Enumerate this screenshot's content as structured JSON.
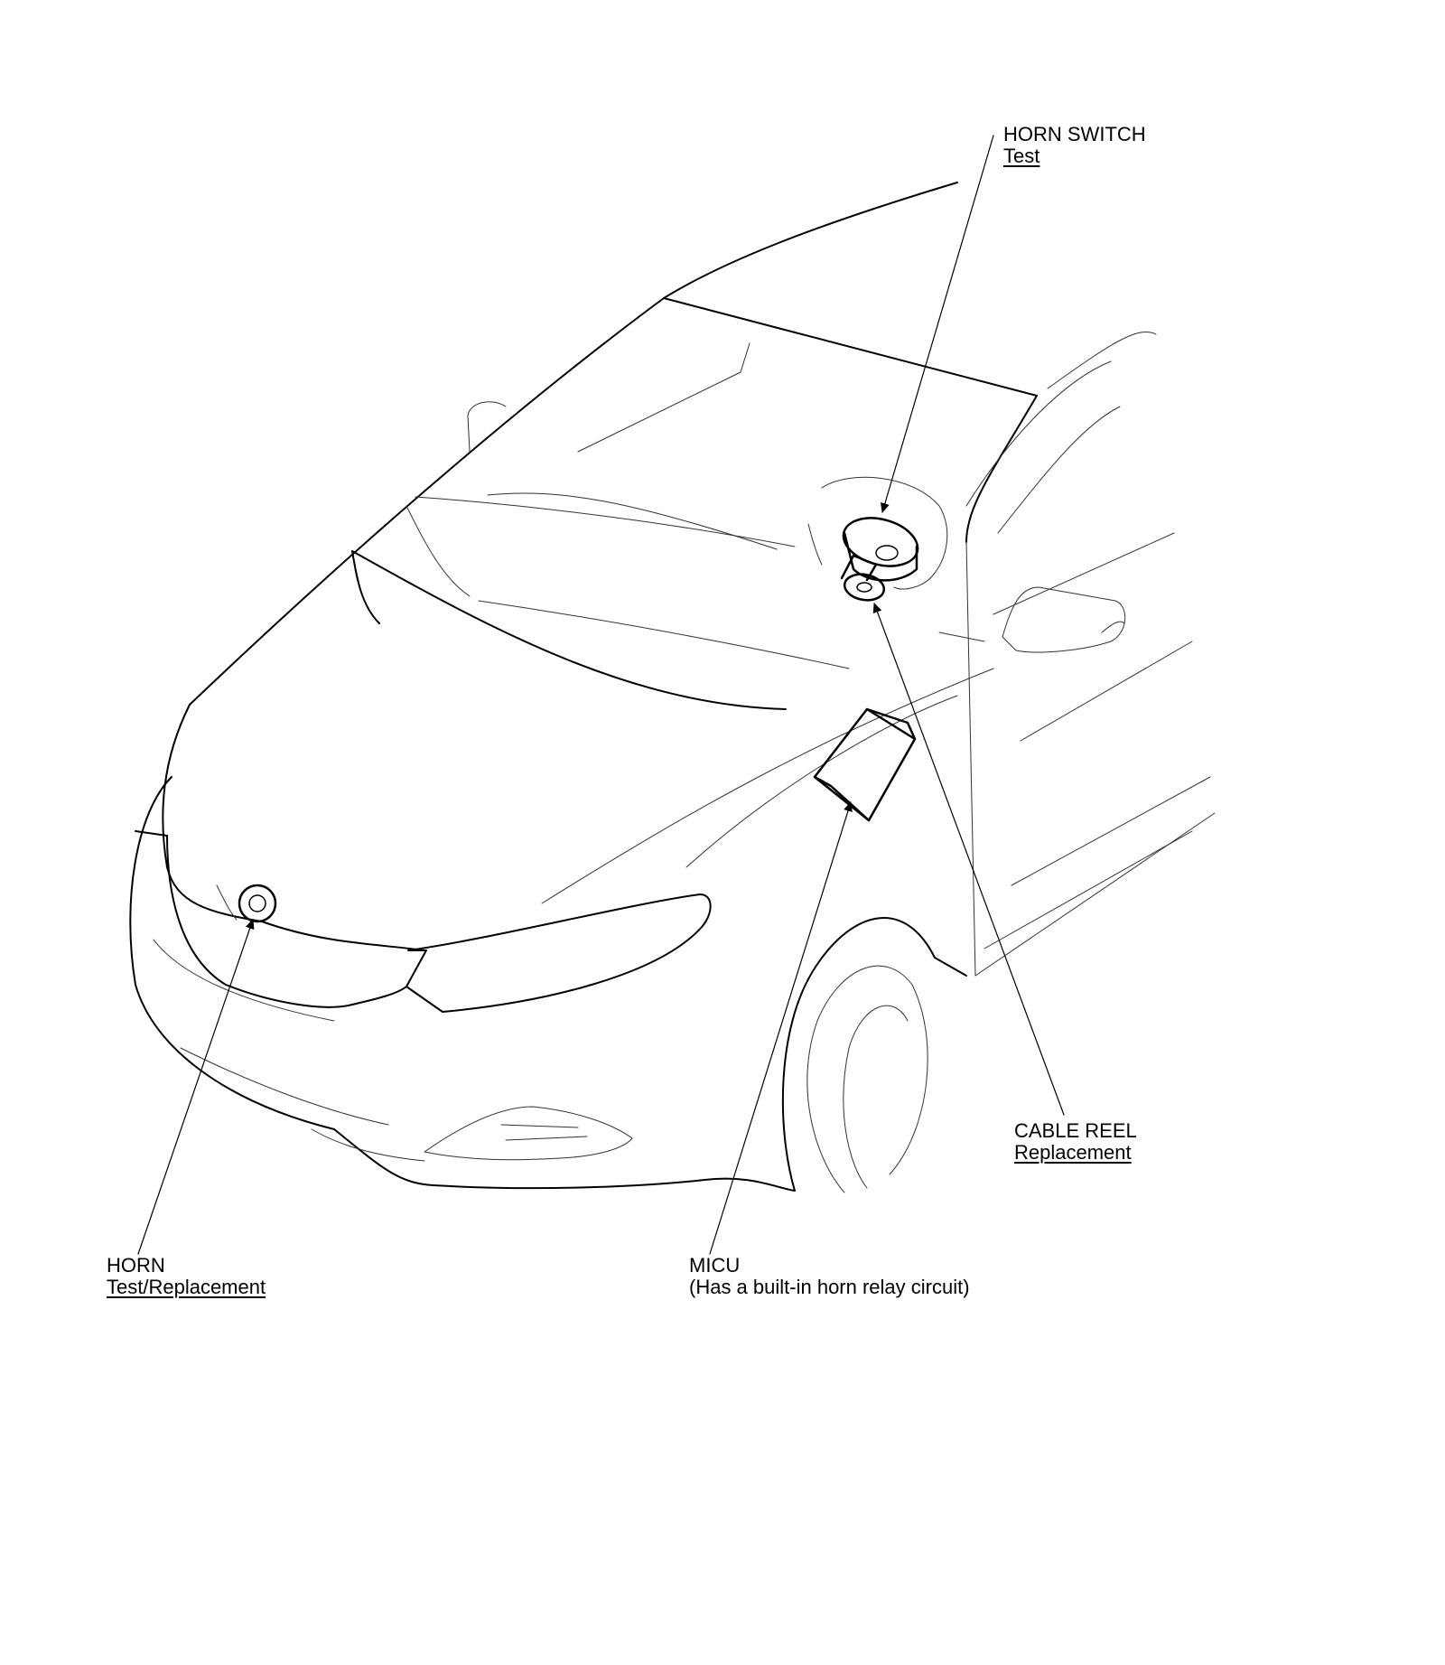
{
  "callouts": {
    "horn_switch": {
      "name": "HORN SWITCH",
      "link": "Test"
    },
    "cable_reel": {
      "name": "CABLE REEL",
      "link": "Replacement"
    },
    "horn": {
      "name": "HORN",
      "link": "Test/Replacement"
    },
    "micu": {
      "name": "MICU",
      "note": "(Has a built-in horn relay circuit)"
    }
  }
}
